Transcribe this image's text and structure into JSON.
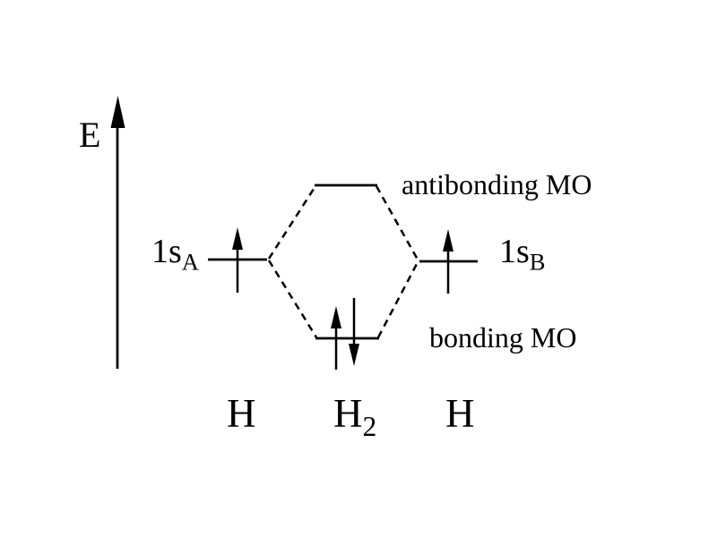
{
  "figure": {
    "type": "molecular-orbital-energy-diagram",
    "background_color": "#ffffff",
    "ink_color": "#000000"
  },
  "axis": {
    "label": "E",
    "direction": "up"
  },
  "levels": {
    "left_atomic": {
      "base": "1s",
      "sub": "A",
      "electrons": [
        "up"
      ]
    },
    "right_atomic": {
      "base": "1s",
      "sub": "B",
      "electrons": [
        "up"
      ]
    },
    "antibonding": {
      "label": "antibonding MO",
      "electrons": []
    },
    "bonding": {
      "label": "bonding MO",
      "electrons": [
        "up",
        "down"
      ]
    }
  },
  "species": {
    "left_atom": "H",
    "molecule": {
      "base": "H",
      "sub": "2"
    },
    "right_atom": "H"
  }
}
